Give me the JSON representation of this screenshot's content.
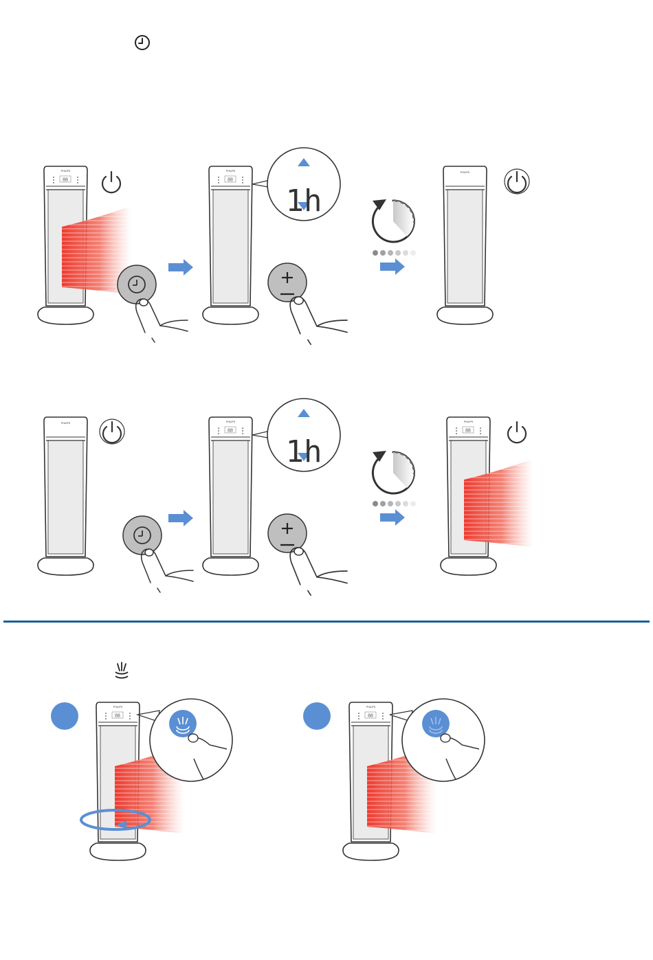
{
  "timer_section": {
    "header_icon": "timer-icon",
    "off_sequence": {
      "start_power_icon": "power-icon",
      "press_button_icon": "timer-icon",
      "adjust_button_icon": "plus-minus-icon",
      "display_value": "1h",
      "countdown_icon": "countdown-icon",
      "end_power_icon": "power-icon"
    },
    "on_sequence": {
      "start_power_icon": "power-icon",
      "press_button_icon": "timer-icon",
      "adjust_button_icon": "plus-minus-icon",
      "display_value": "1h",
      "countdown_icon": "countdown-icon",
      "end_power_icon": "power-icon"
    },
    "heater_display": "88",
    "brand_text": "PHILIPS"
  },
  "oscillation_section": {
    "header_icon": "oscillation-icon",
    "step_1": {
      "button_icon": "oscillation-icon",
      "state": "on"
    },
    "step_2": {
      "button_icon": "oscillation-icon",
      "state": "off"
    },
    "heater_display": "88",
    "brand_text": "PHILIPS"
  },
  "colors": {
    "accent_blue": "#5b8fd3",
    "divider_blue": "#1a5f96",
    "heat_red": "#ee4a3b",
    "button_gray": "#bfbfbf"
  }
}
